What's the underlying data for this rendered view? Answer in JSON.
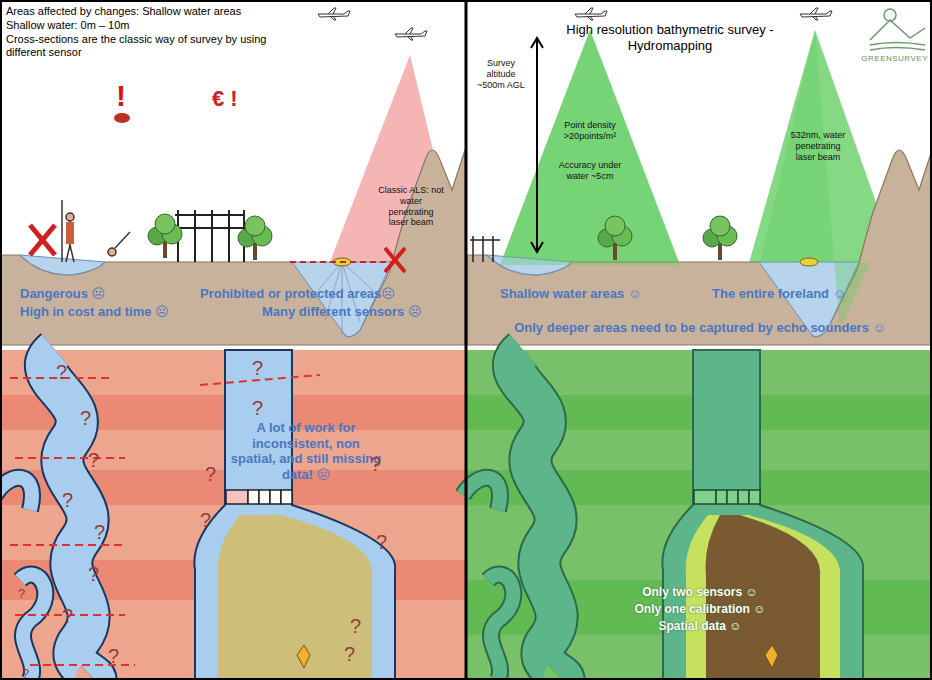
{
  "diagram": {
    "labels": [
      "Areas affected by changes: Shallow water areas",
      "Shallow water: 0m – 10m",
      "Cross-sections are the classic way of survey by using different sensor",
      "€ !",
      "!",
      "Classic ALS: not water penetrating laser beam",
      "Dangerous ☹",
      "High in cost and time ☹",
      "Prohibited or protected areas☹",
      "Many different sensors ☹",
      "A lot of work for inconsistent, non spatial, and still missing data! ☹",
      "High resolution bathymetric survey - Hydromapping",
      "Survey altitude ~500m AGL",
      "Point density >20points/m²",
      "Accuracy under water ~5cm",
      "532nm, water penetrating laser beam",
      "GREENSURVEY",
      "Shallow water areas ☺",
      "The entire foreland ☺",
      "Only deeper areas need to be captured by echo sounders ☺",
      "Only two sensors ☺",
      "Only one calibration ☺",
      "Spatial data ☺",
      "?",
      "?",
      "?",
      "?",
      "?",
      "?",
      "?",
      "?",
      "?",
      "?",
      "?",
      "?",
      "?",
      "?",
      "?",
      "?",
      "?",
      "?"
    ]
  }
}
